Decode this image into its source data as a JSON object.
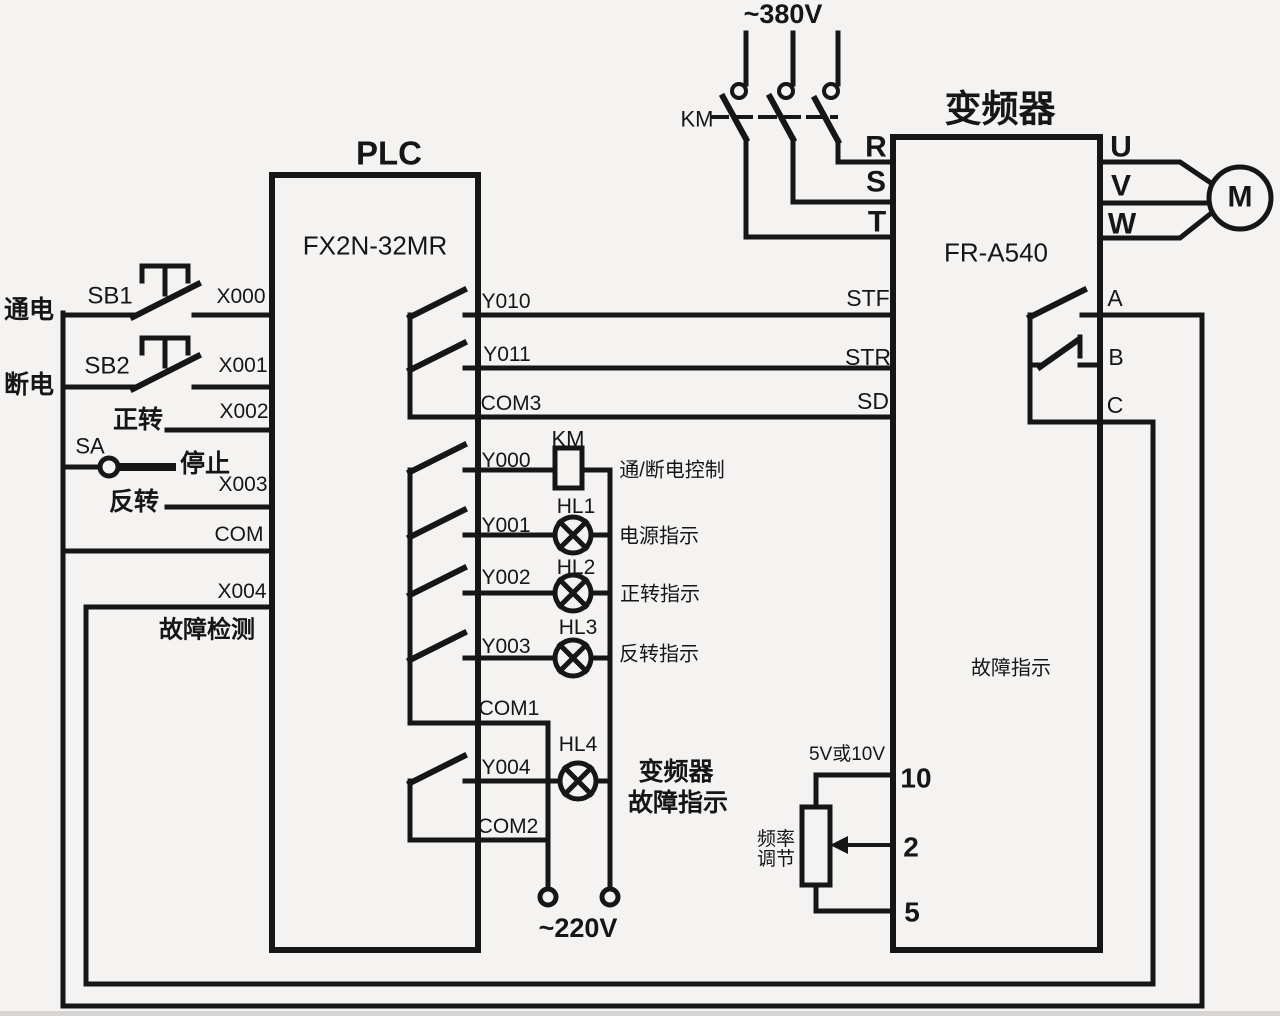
{
  "diagram": {
    "type": "plc-inverter-motor-wiring",
    "colors": {
      "background": "#f4f3f1",
      "line": "#161616",
      "text": "#161616"
    },
    "power": {
      "supply": "~380V",
      "contactor": "KM"
    },
    "plc": {
      "title": "PLC",
      "model": "FX2N-32MR",
      "input_terminals": [
        "X000",
        "X001",
        "X002",
        "X003",
        "COM",
        "X004"
      ],
      "output_terminals": [
        "Y010",
        "Y011",
        "COM3",
        "Y000",
        "Y001",
        "Y002",
        "Y003",
        "COM1",
        "Y004",
        "COM2"
      ],
      "buttons": {
        "sb1": "SB1",
        "sb1_caption": "通电",
        "sb2": "SB2",
        "sb2_caption": "断电"
      },
      "selector": {
        "name": "SA",
        "positions": [
          "正转",
          "停止",
          "反转"
        ]
      },
      "fault_input_caption": "故障检测"
    },
    "inverter": {
      "title": "变频器",
      "model": "FR-A540",
      "power_in": [
        "R",
        "S",
        "T"
      ],
      "power_out": [
        "U",
        "V",
        "W"
      ],
      "control": [
        "STF",
        "STR",
        "SD"
      ],
      "relay": [
        "A",
        "B",
        "C"
      ],
      "analog": [
        "10",
        "2",
        "5"
      ],
      "fault_caption": "故障指示",
      "analog_caption": "5V或10V",
      "freq_caption": "频率\n调节"
    },
    "actuators": {
      "motor": "M",
      "km_coil": "KM",
      "lamps": [
        "HL1",
        "HL2",
        "HL3",
        "HL4"
      ]
    },
    "captions": {
      "y000": "通/断电控制",
      "y001": "电源指示",
      "y002": "正转指示",
      "y003": "反转指示",
      "y004_line1": "变频器",
      "y004_line2": "故障指示",
      "supply220": "~220V"
    }
  }
}
